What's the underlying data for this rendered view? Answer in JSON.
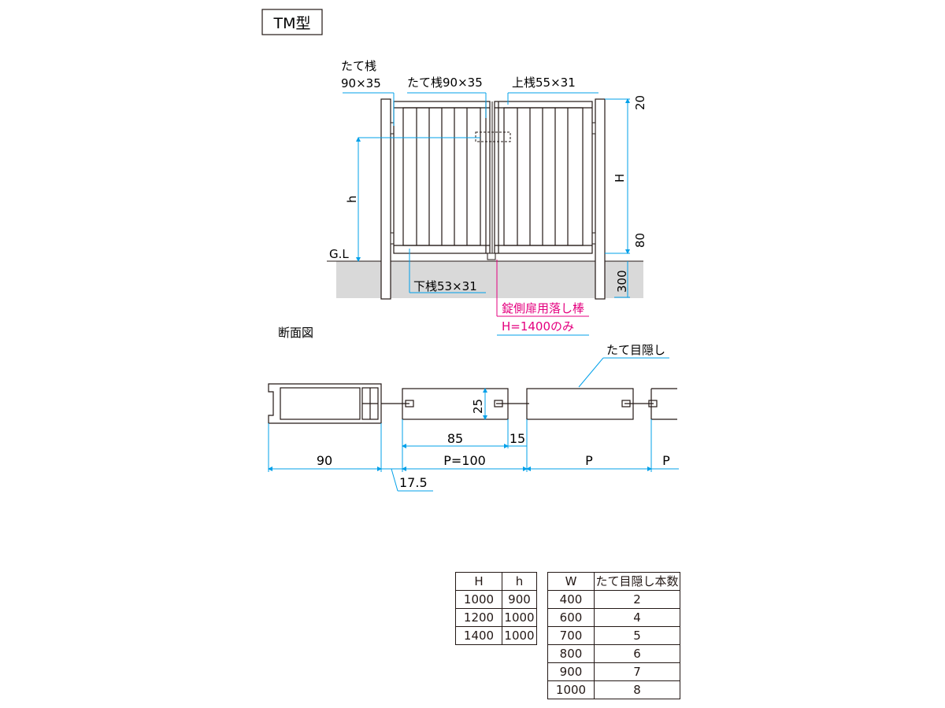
{
  "type_label": "TM型",
  "front_view": {
    "post_label_line1": "たて桟",
    "post_label_line2": "90×35",
    "stile_label": "たて桟90×35",
    "top_rail_label": "上桟55×31",
    "bottom_rail_label": "下桟53×31",
    "h_label": "h",
    "H_label": "H",
    "dim_top": "20",
    "dim_bottom": "80",
    "dim_embed": "300",
    "gl_label": "G.L",
    "drop_rod_label_line1": "錠側扉用落し棒",
    "drop_rod_label_line2": "H=1400のみ"
  },
  "section_view": {
    "title": "断面図",
    "slat_label": "たて目隠し",
    "dim_25": "25",
    "dim_85": "85",
    "dim_15": "15",
    "dim_90": "90",
    "dim_p100": "P=100",
    "dim_p": "P",
    "dim_p2": "P",
    "dim_175": "17.5"
  },
  "colors": {
    "line": "#231815",
    "dimension": "#00a0e9",
    "accent": "#e4007f",
    "ground": "#d9d9d9"
  },
  "table_h": {
    "headers": [
      "H",
      "h"
    ],
    "rows": [
      [
        "1000",
        "900"
      ],
      [
        "1200",
        "1000"
      ],
      [
        "1400",
        "1000"
      ]
    ]
  },
  "table_w": {
    "headers": [
      "W",
      "たて目隠し本数"
    ],
    "rows": [
      [
        "400",
        "2"
      ],
      [
        "600",
        "4"
      ],
      [
        "700",
        "5"
      ],
      [
        "800",
        "6"
      ],
      [
        "900",
        "7"
      ],
      [
        "1000",
        "8"
      ]
    ]
  }
}
